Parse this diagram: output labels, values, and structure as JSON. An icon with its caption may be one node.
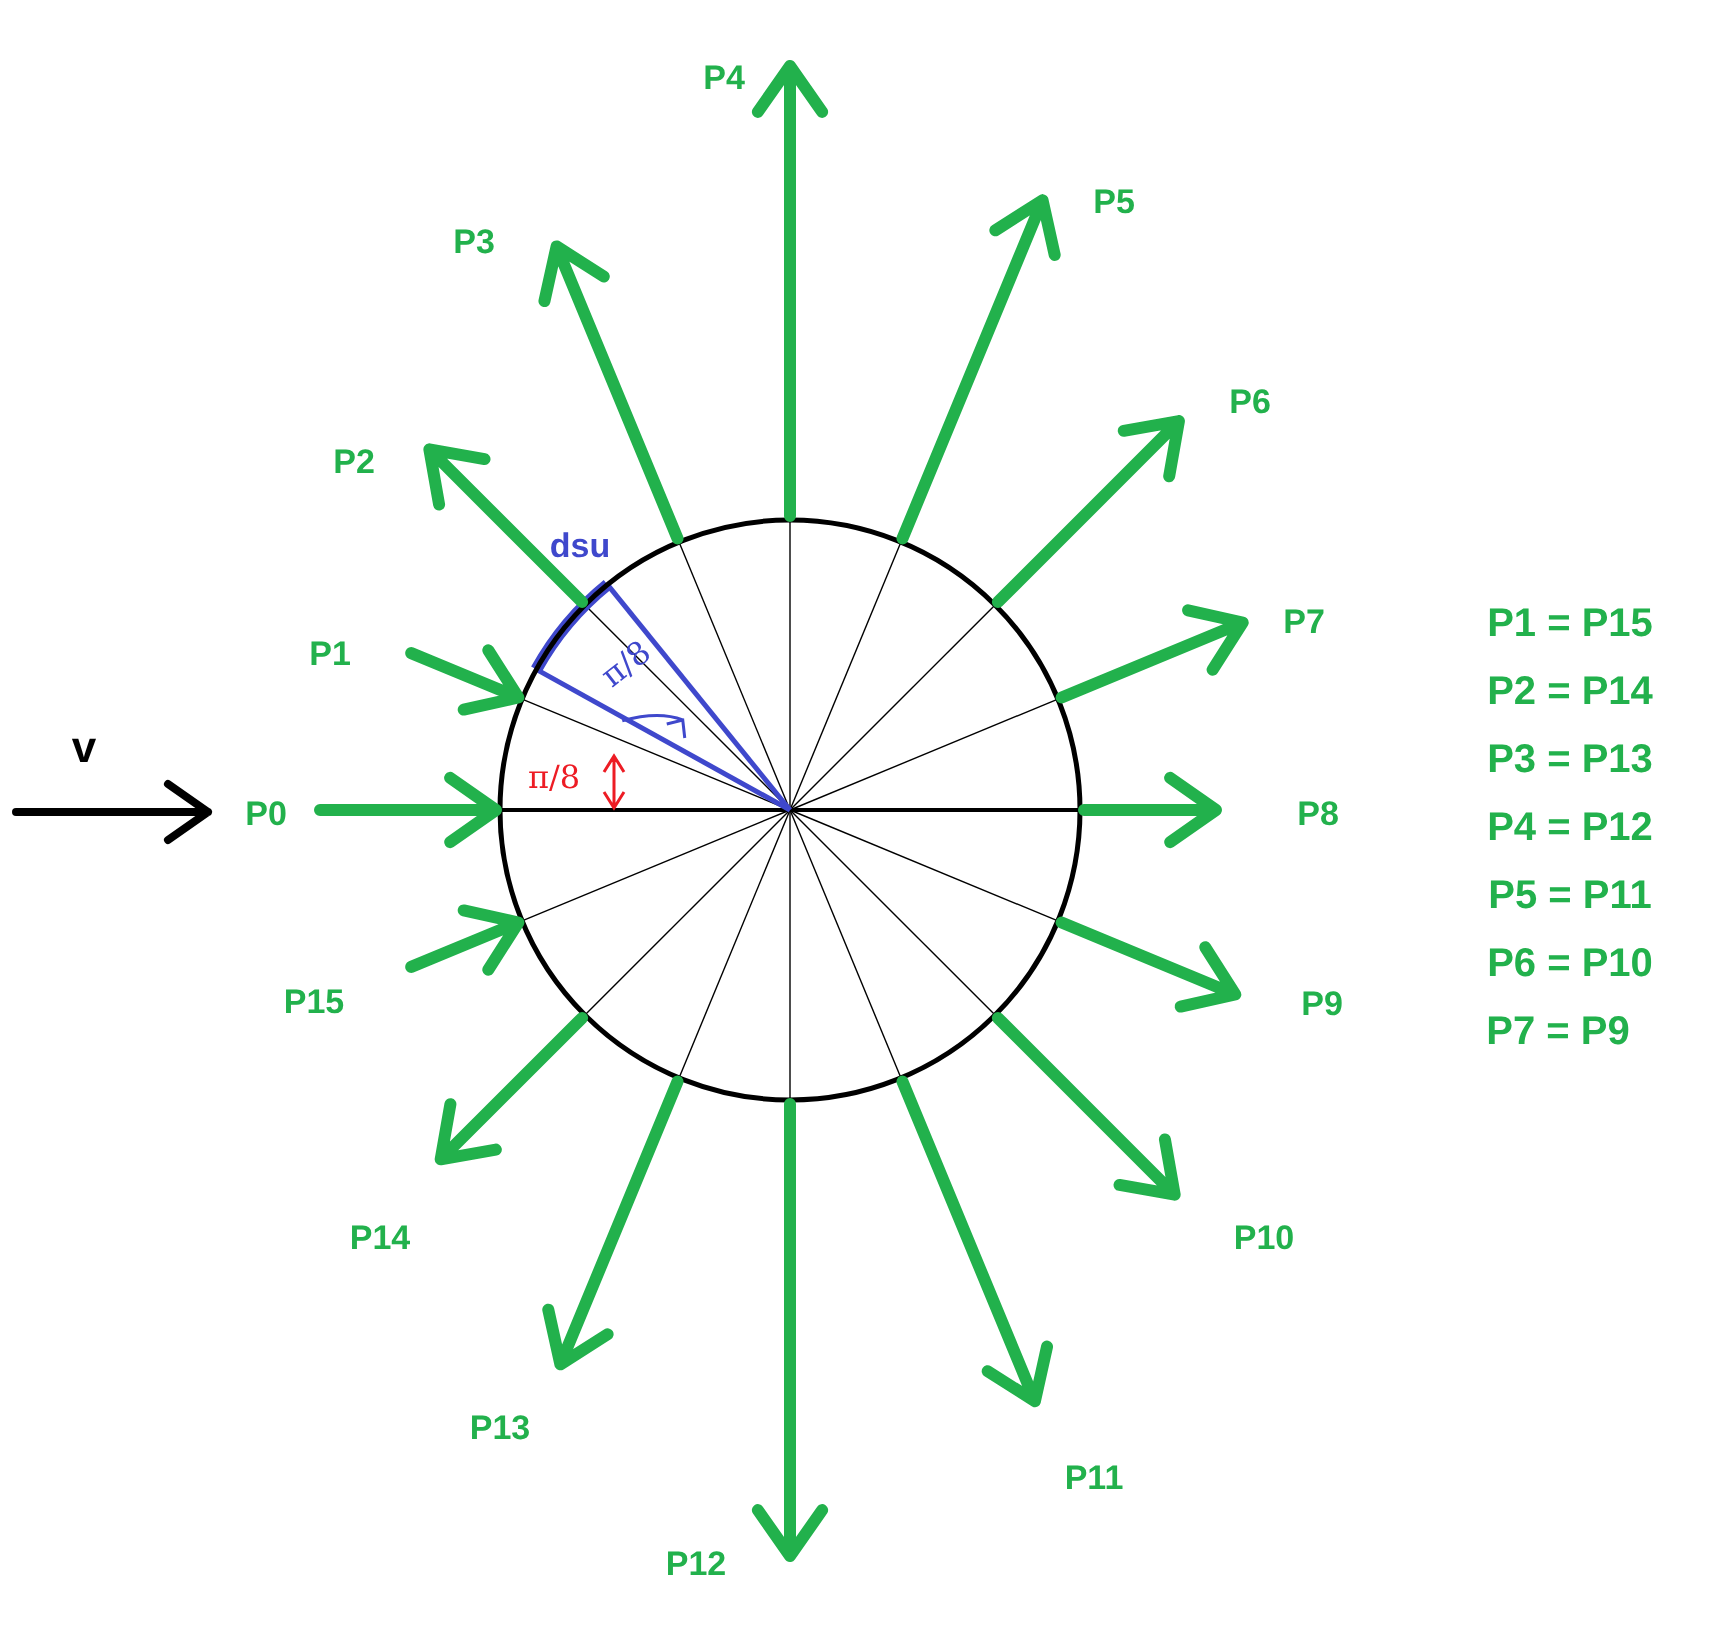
{
  "diagram": {
    "labels": [
      "P4",
      "P5",
      "P3",
      "P6",
      "P2",
      "dsu",
      "P1",
      "π/8",
      "P7",
      "P1 = P15",
      "P2 = P14",
      "v",
      "π/8",
      "P3 = P13",
      "P0",
      "P8",
      "P4 = P12",
      "P5 = P11",
      "P6 = P10",
      "P15",
      "P9",
      "P7 = P9",
      "P14",
      "P10",
      "P13",
      "P11",
      "P12"
    ]
  }
}
